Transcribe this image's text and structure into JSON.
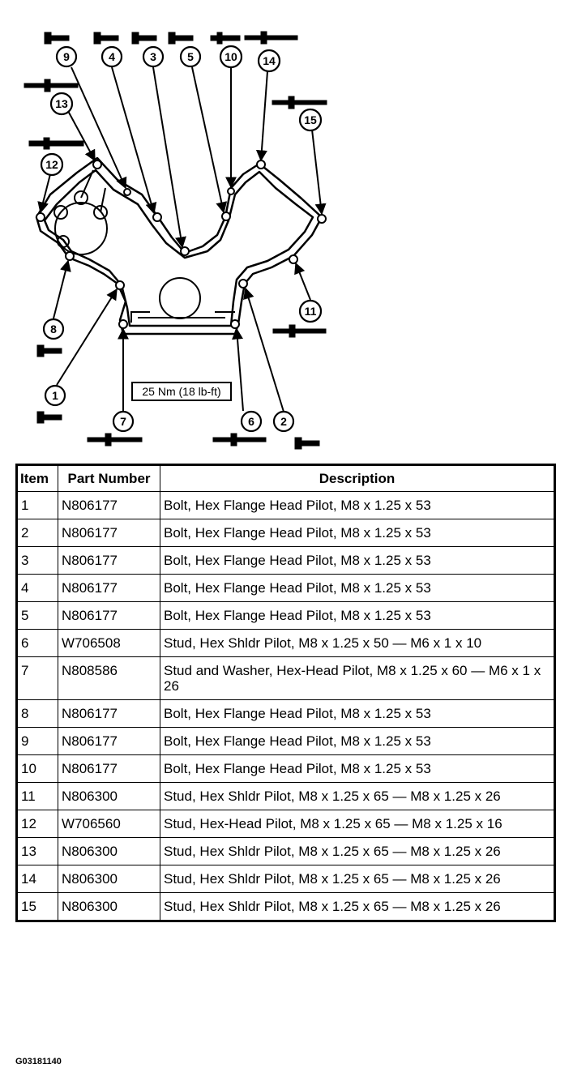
{
  "diagram": {
    "torque_label": "25 Nm (18 lb-ft)",
    "callouts": [
      "1",
      "2",
      "3",
      "4",
      "5",
      "6",
      "7",
      "8",
      "9",
      "10",
      "11",
      "12",
      "13",
      "14",
      "15"
    ]
  },
  "table": {
    "headers": {
      "item": "Item",
      "part_number": "Part Number",
      "description": "Description"
    },
    "rows": [
      {
        "item": "1",
        "part": "N806177",
        "desc": "Bolt, Hex Flange Head Pilot, M8 x 1.25 x 53"
      },
      {
        "item": "2",
        "part": "N806177",
        "desc": "Bolt, Hex Flange Head Pilot, M8 x 1.25 x 53"
      },
      {
        "item": "3",
        "part": "N806177",
        "desc": "Bolt, Hex Flange Head Pilot, M8 x 1.25 x 53"
      },
      {
        "item": "4",
        "part": "N806177",
        "desc": "Bolt, Hex Flange Head Pilot, M8 x 1.25 x 53"
      },
      {
        "item": "5",
        "part": "N806177",
        "desc": "Bolt, Hex Flange Head Pilot, M8 x 1.25 x 53"
      },
      {
        "item": "6",
        "part": "W706508",
        "desc": "Stud, Hex Shldr Pilot, M8 x 1.25 x 50 — M6 x 1 x 10"
      },
      {
        "item": "7",
        "part": "N808586",
        "desc": "Stud and Washer, Hex-Head Pilot, M8 x 1.25 x 60 — M6 x 1 x 26"
      },
      {
        "item": "8",
        "part": "N806177",
        "desc": "Bolt, Hex Flange Head Pilot, M8 x 1.25 x 53"
      },
      {
        "item": "9",
        "part": "N806177",
        "desc": "Bolt, Hex Flange Head Pilot, M8 x 1.25 x 53"
      },
      {
        "item": "10",
        "part": "N806177",
        "desc": "Bolt, Hex Flange Head Pilot, M8 x 1.25 x 53"
      },
      {
        "item": "11",
        "part": "N806300",
        "desc": "Stud, Hex Shldr Pilot, M8 x 1.25 x 65 — M8 x 1.25 x 26"
      },
      {
        "item": "12",
        "part": "W706560",
        "desc": "Stud, Hex-Head Pilot, M8 x 1.25 x 65 — M8 x 1.25 x 16"
      },
      {
        "item": "13",
        "part": "N806300",
        "desc": "Stud, Hex Shldr Pilot, M8 x 1.25 x 65 — M8 x 1.25 x 26"
      },
      {
        "item": "14",
        "part": "N806300",
        "desc": "Stud, Hex Shldr Pilot, M8 x 1.25 x 65 — M8 x 1.25 x 26"
      },
      {
        "item": "15",
        "part": "N806300",
        "desc": "Stud, Hex Shldr Pilot, M8 x 1.25 x 65 — M8 x 1.25 x 26"
      }
    ]
  },
  "figure_id": "G03181140"
}
